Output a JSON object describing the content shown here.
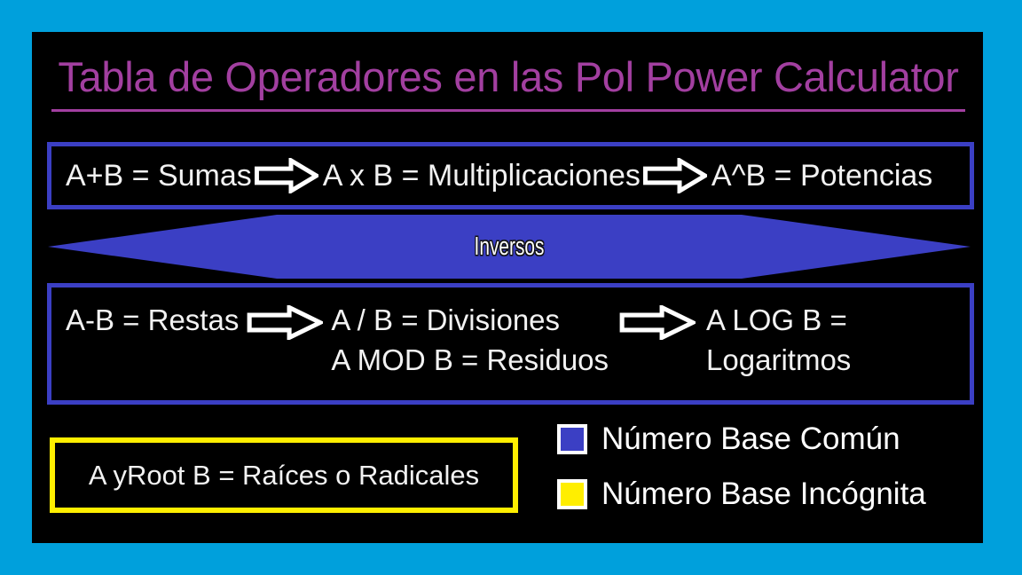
{
  "canvas": {
    "outer_background": "#00a0dc",
    "panel_background": "#000000"
  },
  "title": {
    "text": "Tabla de Operadores en las Pol Power Calculator",
    "color": "#a23fa0",
    "underlined": true
  },
  "rows": [
    {
      "id": "row-direct",
      "border_color": "#3b3fc4",
      "border_kind": "Número Base Común",
      "cells": [
        {
          "name": "sumas",
          "text": "A+B = Sumas"
        },
        {
          "name": "multiplicaciones",
          "text": "A x B = Multiplicaciones"
        },
        {
          "name": "potencias",
          "text": "A^B = Potencias"
        }
      ],
      "arrows": [
        {
          "name": "arrow-sumas-to-multiplicaciones",
          "direction": "right"
        },
        {
          "name": "arrow-multiplicaciones-to-potencias",
          "direction": "right"
        }
      ]
    },
    {
      "id": "row-inverse",
      "border_color": "#3b3fc4",
      "border_kind": "Número Base Común",
      "cells": [
        {
          "name": "restas",
          "text": "A-B = Restas"
        },
        {
          "name": "divisiones-residuos",
          "text": "A / B = Divisiones\nA MOD B = Residuos"
        },
        {
          "name": "logaritmos",
          "text": "A LOG B =\nLogaritmos"
        }
      ],
      "arrows": [
        {
          "name": "arrow-restas-to-divisiones",
          "direction": "right"
        },
        {
          "name": "arrow-divisiones-to-logaritmos",
          "direction": "right"
        }
      ]
    }
  ],
  "inversos_banner": {
    "label": "Inversos",
    "fill_color": "#3b3fc4",
    "shape": "double-headed-arrow"
  },
  "root_box": {
    "text": "A yRoot B = Raíces o Radicales",
    "border_color": "#ffee00"
  },
  "legend": {
    "items": [
      {
        "label": "Número Base Común",
        "color": "#3b3fc4"
      },
      {
        "label": "Número Base Incógnita",
        "color": "#ffee00"
      }
    ]
  }
}
